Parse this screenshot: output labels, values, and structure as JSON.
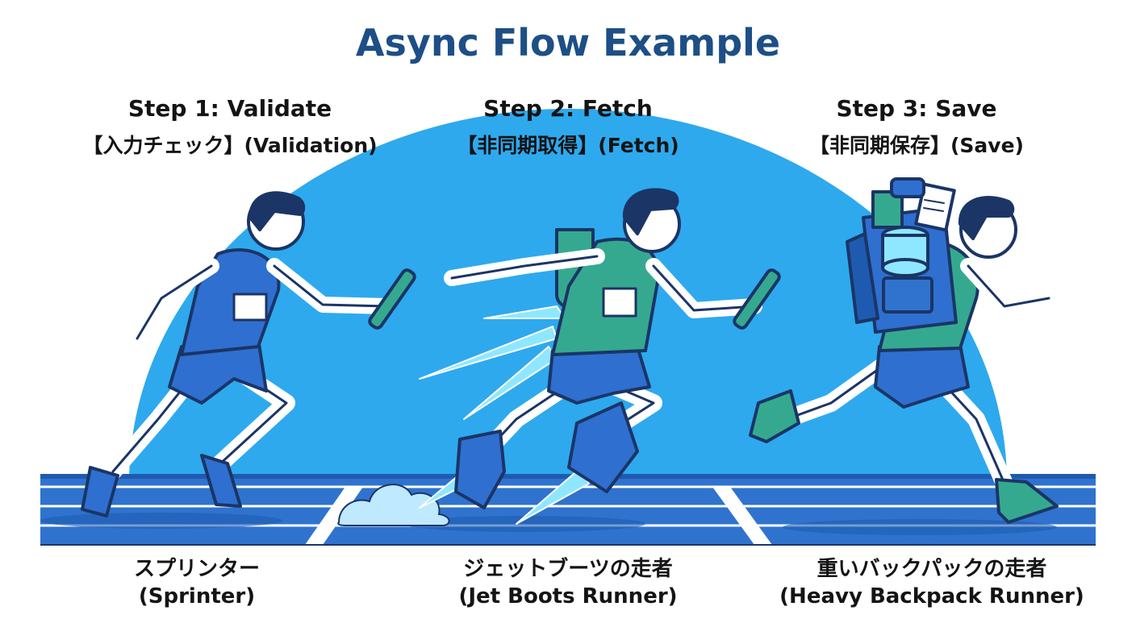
{
  "title": "Async Flow Example",
  "steps": [
    {
      "heading": "Step 1: Validate",
      "subheading": "【入力チェック】(Validation)",
      "runner_label": "スプリンター",
      "runner_label_en": "(Sprinter)"
    },
    {
      "heading": "Step 2: Fetch",
      "subheading": "【非同期取得】(Fetch)",
      "runner_label": "ジェットブーツの走者",
      "runner_label_en": "(Jet Boots Runner)"
    },
    {
      "heading": "Step 3: Save",
      "subheading": "【非同期保存】(Save)",
      "runner_label": "重いバックパックの走者",
      "runner_label_en": "(Heavy Backpack Runner)"
    }
  ],
  "colors": {
    "title": "#1d4f86",
    "sky": "#2ea9ee",
    "track": "#2f73cf",
    "track_dark": "#1e5bb0",
    "outline": "#1b3566",
    "runner_blue": "#2f6fd0",
    "runner_green": "#35a98f",
    "skin": "#ffffff",
    "jet": "#8fe7ff"
  },
  "icons": [
    "relay-baton-icon",
    "jet-flame-icon",
    "backpack-icon",
    "database-icon",
    "document-icon"
  ]
}
